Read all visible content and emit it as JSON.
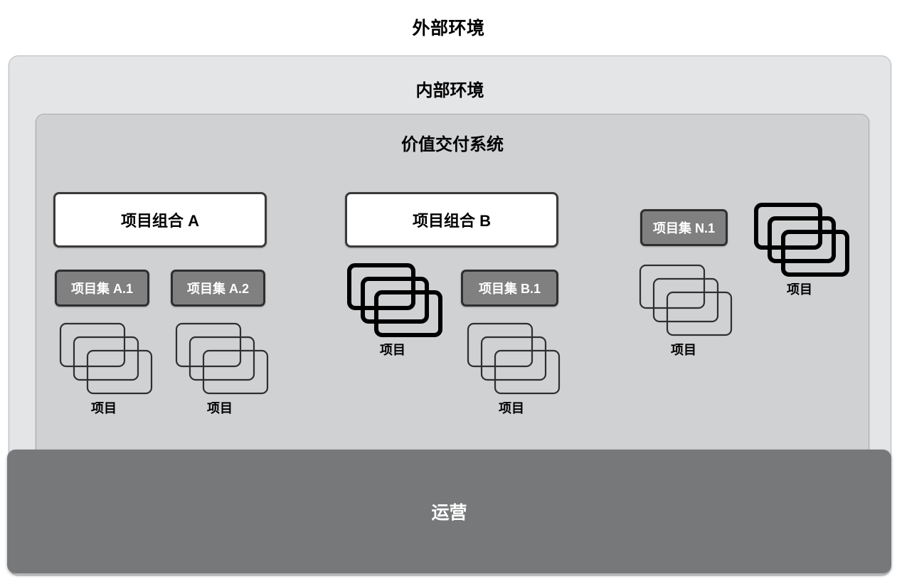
{
  "diagram": {
    "outer_title": "外部环境",
    "internal_title": "内部环境",
    "value_delivery_title": "价值交付系统",
    "operations_title": "运营",
    "portfolios": [
      {
        "label": "项目组合 A"
      },
      {
        "label": "项目组合 B"
      }
    ],
    "programs": [
      {
        "label": "项目集 A.1"
      },
      {
        "label": "项目集 A.2"
      },
      {
        "label": "项目集 B.1"
      },
      {
        "label": "项目集 N.1"
      }
    ],
    "project_stacks": [
      {
        "label": "项目",
        "style": "thin"
      },
      {
        "label": "项目",
        "style": "thin"
      },
      {
        "label": "项目",
        "style": "bold"
      },
      {
        "label": "项目",
        "style": "thin"
      },
      {
        "label": "项目",
        "style": "thin"
      },
      {
        "label": "项目",
        "style": "bold"
      }
    ],
    "colors": {
      "internal_environment_fill": "#e4e5e7",
      "value_delivery_fill": "#d0d1d3",
      "portfolio_fill": "#ffffff",
      "program_fill": "#808080",
      "operations_fill": "#76787a",
      "stroke_dark": "#2f2f2f",
      "text_light": "#ffffff",
      "text_dark": "#000000"
    }
  }
}
